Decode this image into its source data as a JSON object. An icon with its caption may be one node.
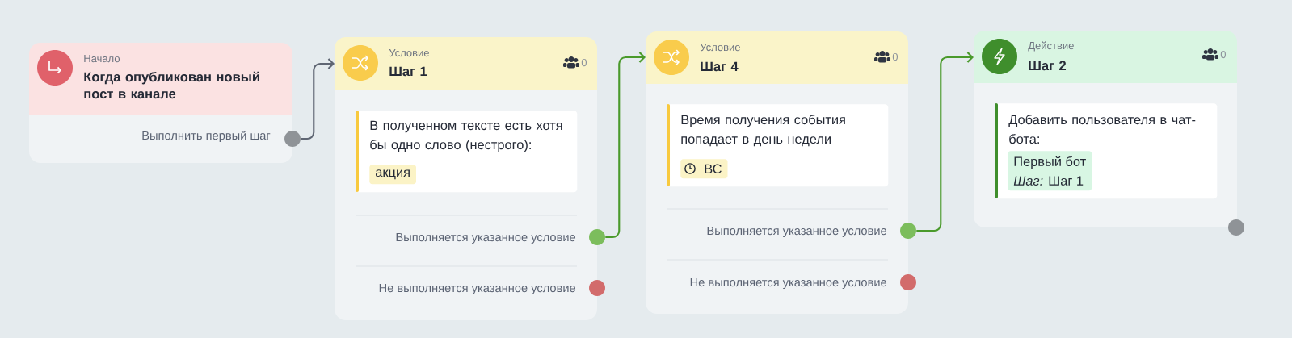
{
  "diagram": {
    "nodes": [
      {
        "text": [
          "Начало",
          "Когда опубликован новый пост в канале",
          "Выполнить первый шаг"
        ]
      },
      {
        "text": [],
        "shape": "circle"
      },
      {
        "text": [
          "Условие",
          "Шаг 1",
          "0",
          "Выполняется указанное условие",
          "Не выполняется указанное условие"
        ]
      },
      {
        "text": [
          "В полученном тексте есть хотя бы одно слово (нестрого):"
        ],
        "in": 2
      },
      {
        "text": [
          "акция"
        ],
        "in": 3
      },
      {
        "text": [],
        "shape": "circle"
      },
      {
        "text": [],
        "shape": "circle"
      },
      {
        "text": [
          "Условие",
          "Шаг 4",
          "0",
          "Выполняется указанное условие",
          "Не выполняется указанное условие"
        ]
      },
      {
        "text": [
          "Время получения события попадает в день недели"
        ],
        "in": 7
      },
      {
        "text": [
          "ВС"
        ],
        "in": 8
      },
      {
        "text": [],
        "shape": "circle"
      },
      {
        "text": [],
        "shape": "circle"
      },
      {
        "text": [
          "Действие",
          "Шаг 2",
          "0"
        ]
      },
      {
        "text": [
          "Добавить пользователя в чат-бота:"
        ],
        "in": 12
      },
      {
        "text": [
          "Первый бот",
          "*Шаг:* Шаг 1"
        ],
        "in": 13
      },
      {
        "text": [],
        "shape": "circle"
      }
    ],
    "edges": [
      {
        "from": 1,
        "to": 2,
        "arrow": "to",
        "color": "#5f6673"
      },
      {
        "from": 5,
        "to": 7,
        "arrow": "to"
      },
      {
        "from": 10,
        "to": 12,
        "arrow": "to"
      }
    ]
  }
}
